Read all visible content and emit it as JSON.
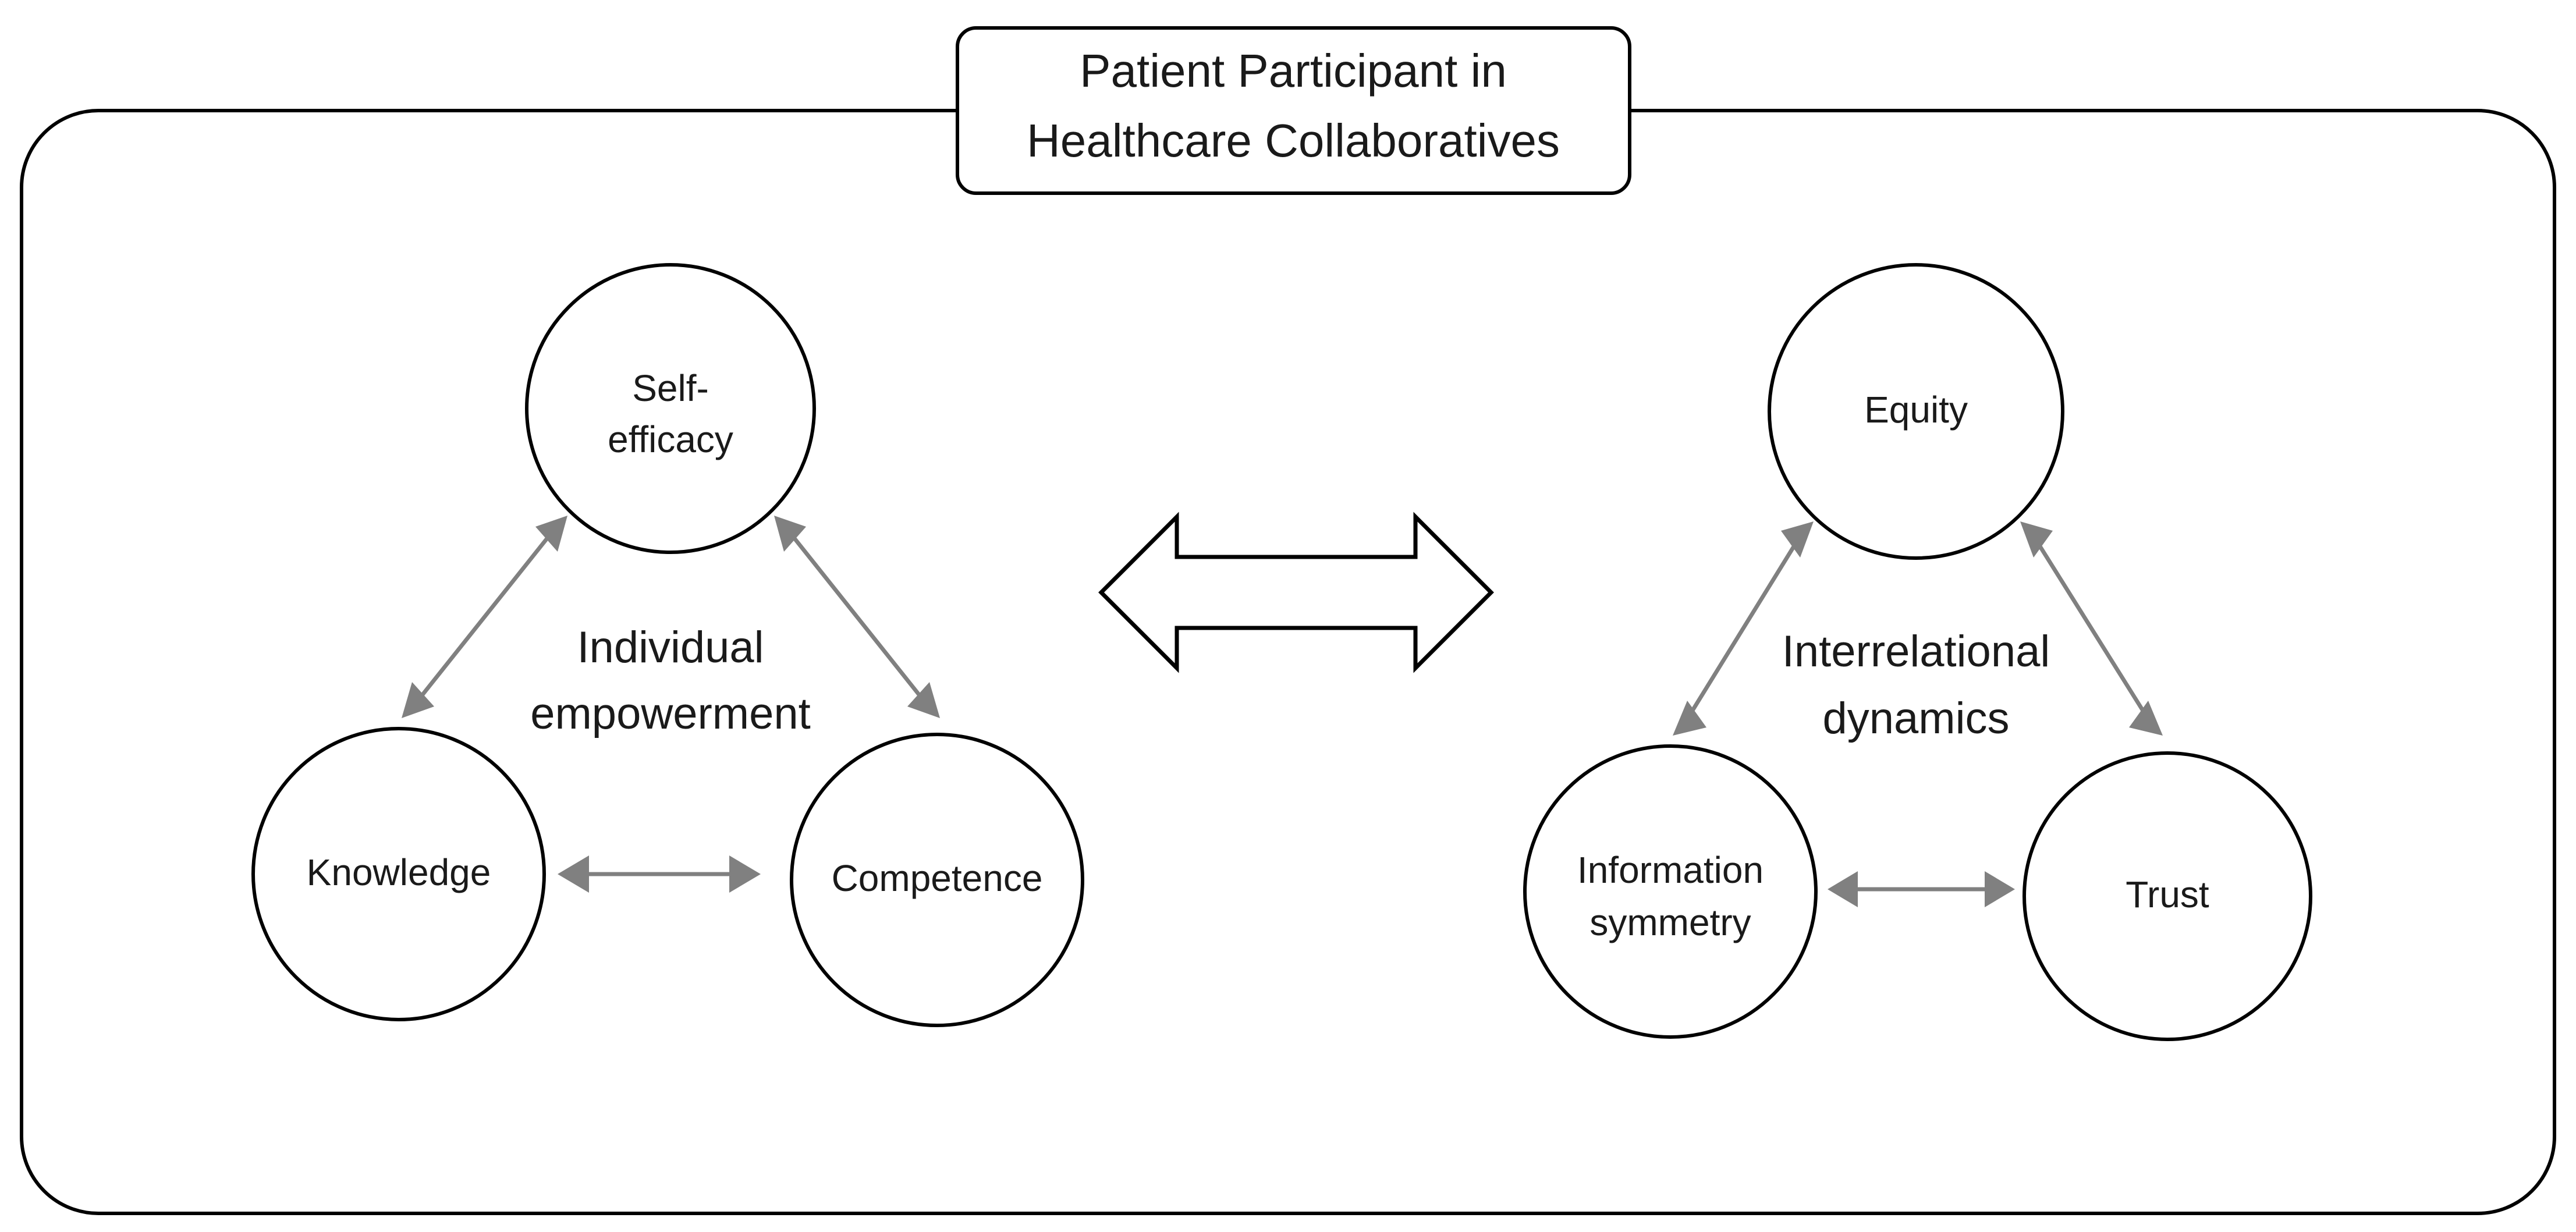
{
  "title": {
    "line1": "Patient Participant in",
    "line2": "Healthcare Collaboratives"
  },
  "groups": {
    "left": {
      "label_line1": "Individual",
      "label_line2": "empowerment",
      "nodes": {
        "top": {
          "line1": "Self-",
          "line2": "efficacy"
        },
        "bottom_left": {
          "line1": "Knowledge",
          "line2": ""
        },
        "bottom_right": {
          "line1": "Competence",
          "line2": ""
        }
      }
    },
    "right": {
      "label_line1": "Interrelational",
      "label_line2": "dynamics",
      "nodes": {
        "top": {
          "line1": "Equity",
          "line2": ""
        },
        "bottom_left": {
          "line1": "Information",
          "line2": "symmetry"
        },
        "bottom_right": {
          "line1": "Trust",
          "line2": ""
        }
      }
    }
  },
  "center_connector": {
    "name": "bidirectional-exchange-arrow"
  },
  "colors": {
    "outline": "#000000",
    "connector": "#808080",
    "text": "#1a1a1a",
    "background": "#ffffff"
  }
}
